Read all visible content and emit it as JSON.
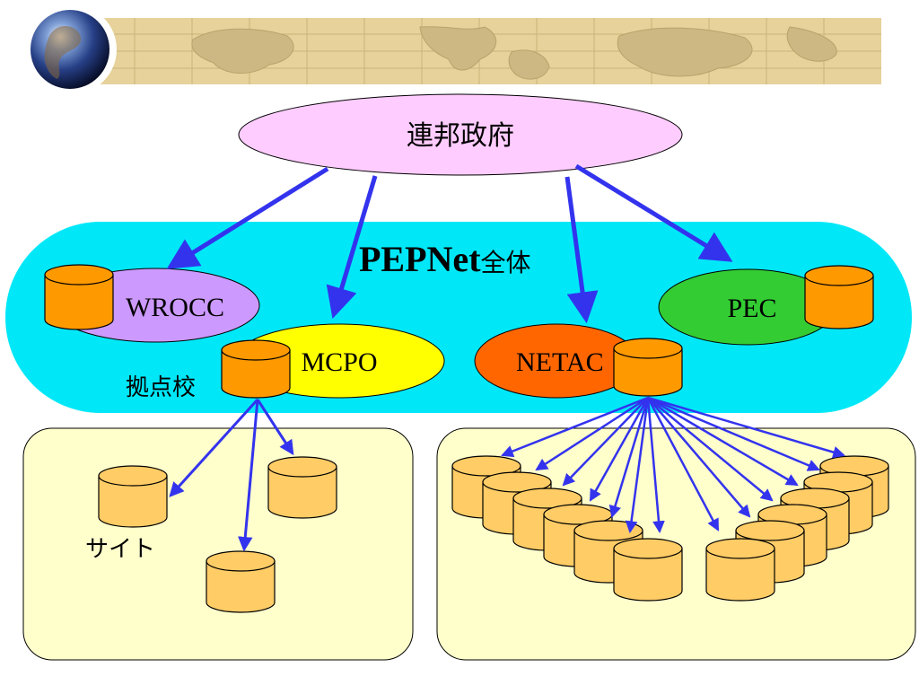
{
  "top_node": {
    "label": "連邦政府"
  },
  "group": {
    "title_main": "PEPNet",
    "title_suffix": "全体"
  },
  "centers": {
    "wrocc": {
      "label": "WROCC"
    },
    "mcpo": {
      "label": "MCPO"
    },
    "netac": {
      "label": "NETAC"
    },
    "pec": {
      "label": "PEC"
    }
  },
  "labels": {
    "hub_school": "拠点校",
    "site": "サイト"
  },
  "colors": {
    "group_bg": "#00e8f8",
    "top_ellipse": "#ffccff",
    "wrocc": "#cc99ff",
    "mcpo": "#ffff00",
    "netac": "#ff6600",
    "pec": "#33cc33",
    "cyl_orange": "#ff9900",
    "cyl_sand": "#ffcc66",
    "panel": "#ffffcc",
    "arrow": "#3333ee"
  }
}
